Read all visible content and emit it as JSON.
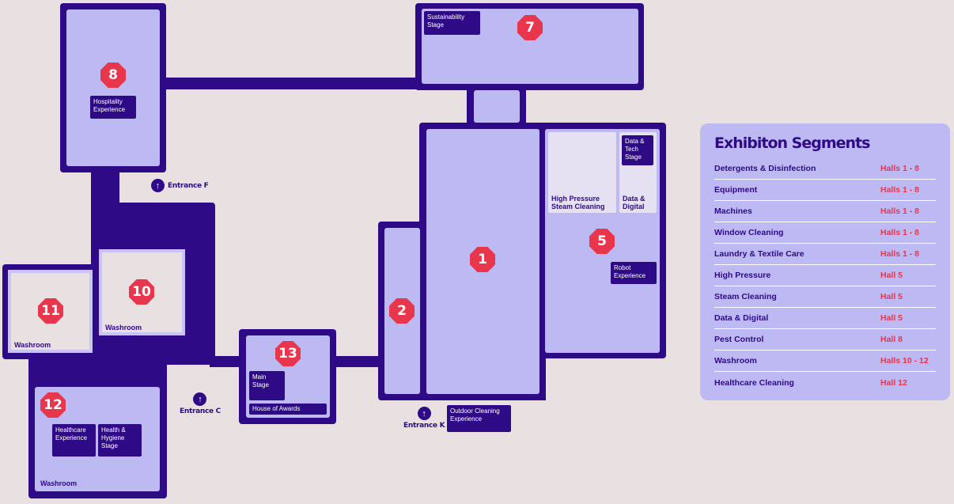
{
  "halls": {
    "h1": "1",
    "h2": "2",
    "h5": "5",
    "h7": "7",
    "h8": "8",
    "h10": "10",
    "h11": "11",
    "h12": "12",
    "h13": "13"
  },
  "features": {
    "sustainability_stage": "Sustainability Stage",
    "hospitality_experience": "Hospitality Experience",
    "data_tech_stage": "Data & Tech Stage",
    "high_pressure_steam": "High Pressure Steam Cleaning",
    "data_digital": "Data & Digital",
    "robot_experience": "Robot Experience",
    "main_stage": "Main Stage",
    "house_of_awards": "House of Awards",
    "outdoor_cleaning": "Outdoor Cleaning Experience",
    "healthcare_experience": "Healthcare Experience",
    "health_hygiene_stage": "Health & Hygiene Stage",
    "washroom": "Washroom"
  },
  "entrances": {
    "f": "Entrance F",
    "c": "Entrance C",
    "k": "Entrance K",
    "icon": "arrow-up-icon"
  },
  "legend": {
    "title": "Exhibiton Segments",
    "rows": [
      {
        "segment": "Detergents & Disinfection",
        "halls": "Halls 1 - 8"
      },
      {
        "segment": "Equipment",
        "halls": "Halls 1 - 8"
      },
      {
        "segment": "Machines",
        "halls": "Halls 1 - 8"
      },
      {
        "segment": "Window Cleaning",
        "halls": "Halls 1 - 8"
      },
      {
        "segment": "Laundry & Textile Care",
        "halls": "Halls 1 - 8"
      },
      {
        "segment": "High Pressure",
        "halls": "Hall 5"
      },
      {
        "segment": "Steam Cleaning",
        "halls": "Hall 5"
      },
      {
        "segment": "Data & Digital",
        "halls": "Hall 5"
      },
      {
        "segment": "Pest Control",
        "halls": "Hall 8"
      },
      {
        "segment": "Washroom",
        "halls": "Halls 10 - 12"
      },
      {
        "segment": "Healthcare Cleaning",
        "halls": "Hall 12"
      }
    ]
  },
  "colors": {
    "background": "#e9e1e1",
    "hall_fill": "#bdb9f3",
    "corridor": "#2e0a86",
    "marker": "#e8364d"
  }
}
